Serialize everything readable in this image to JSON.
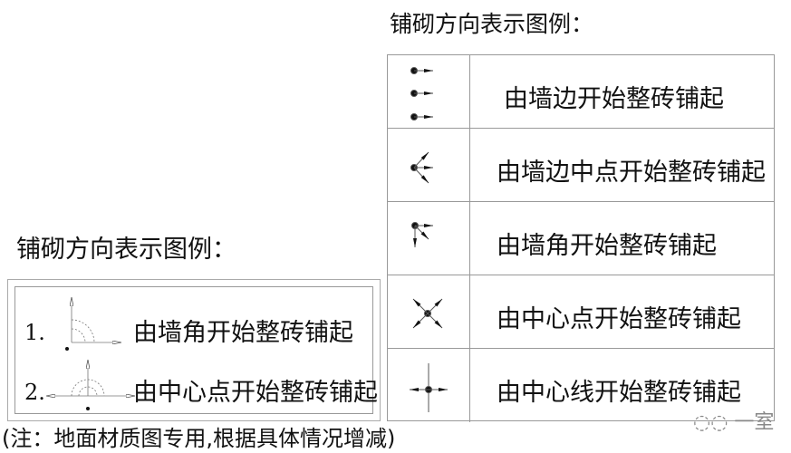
{
  "right_legend": {
    "title": "铺砌方向表示图例：",
    "rows": [
      {
        "icon": "three-dots-arrows-right-icon",
        "label": "由墙边开始整砖铺起"
      },
      {
        "icon": "dot-fan-arrows-icon",
        "label": "由墙边中点开始整砖铺起"
      },
      {
        "icon": "corner-dot-arrows-icon",
        "label": "由墙角开始整砖铺起"
      },
      {
        "icon": "center-dot-diagonal-arrows-icon",
        "label": "由中心点开始整砖铺起"
      },
      {
        "icon": "center-line-cross-arrows-icon",
        "label": "由中心线开始整砖铺起"
      }
    ]
  },
  "left_legend": {
    "title": "铺砌方向表示图例：",
    "items": [
      {
        "number": "1.",
        "icon": "corner-angle-arrows-icon",
        "label": "由墙角开始整砖铺起"
      },
      {
        "number": "2.",
        "icon": "center-angle-arrows-icon",
        "label": "由中心点开始整砖铺起"
      }
    ]
  },
  "note": "(注：地面材质图专用,根据具体情况增减)",
  "watermark": "一室"
}
